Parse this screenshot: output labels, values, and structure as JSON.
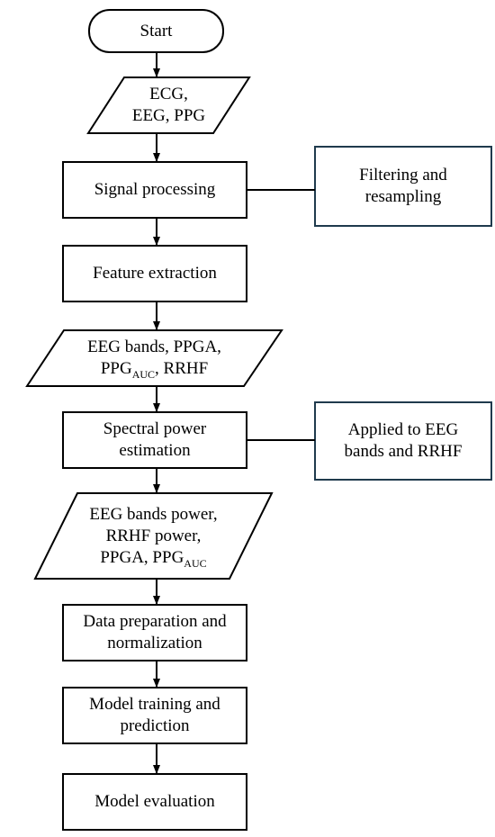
{
  "nodes": {
    "start": {
      "text": "Start"
    },
    "input_signals": {
      "line1": "ECG,",
      "line2": "EEG, PPG"
    },
    "signal_processing": {
      "text": "Signal processing"
    },
    "filtering_note": {
      "line1": "Filtering and",
      "line2": "resampling"
    },
    "feature_extraction": {
      "text": "Feature extraction"
    },
    "features": {
      "line1": "EEG bands, PPGA,",
      "line2_a": "PPG",
      "line2_sub": "AUC",
      "line2_b": ", RRHF"
    },
    "spectral_power": {
      "line1": "Spectral power",
      "line2": "estimation"
    },
    "spectral_note": {
      "line1": "Applied to EEG",
      "line2": "bands and RRHF"
    },
    "power_features": {
      "line1": "EEG bands power,",
      "line2": "RRHF power,",
      "line3_a": "PPGA, PPG",
      "line3_sub": "AUC"
    },
    "data_preparation": {
      "line1": "Data preparation and",
      "line2": "normalization"
    },
    "model_training": {
      "line1": "Model training and",
      "line2": "prediction"
    },
    "model_evaluation": {
      "text": "Model evaluation"
    }
  },
  "colors": {
    "process_border": "#000000",
    "note_border": "#1f3a4d",
    "line": "#000000",
    "background": "#ffffff"
  }
}
